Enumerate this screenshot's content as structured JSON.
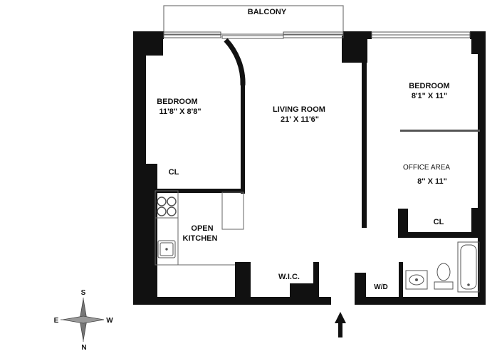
{
  "colors": {
    "wall": "#111111",
    "fixture": "#666666",
    "divider": "#555555",
    "background": "#ffffff"
  },
  "rooms": {
    "balcony": {
      "label": "BALCONY"
    },
    "bedroom_left": {
      "label": "BEDROOM",
      "size": "11'8\" X 8'8\""
    },
    "living_room": {
      "label": "LIVING ROOM",
      "size": "21' X 11'6\""
    },
    "bedroom_right": {
      "label": "BEDROOM",
      "size": "8'1\" X 11\""
    },
    "office_area": {
      "label": "OFFICE AREA",
      "size": "8'' X 11\""
    },
    "closet_left": {
      "label": "CL"
    },
    "closet_right": {
      "label": "CL"
    },
    "kitchen": {
      "line1": "OPEN",
      "line2": "KITCHEN"
    },
    "wic": {
      "label": "W.I.C."
    },
    "washer_dryer": {
      "label": "W/D"
    }
  },
  "compass": {
    "north": "N",
    "south": "S",
    "east": "E",
    "west": "W"
  },
  "entry": {
    "icon": "entry-arrow-icon"
  }
}
